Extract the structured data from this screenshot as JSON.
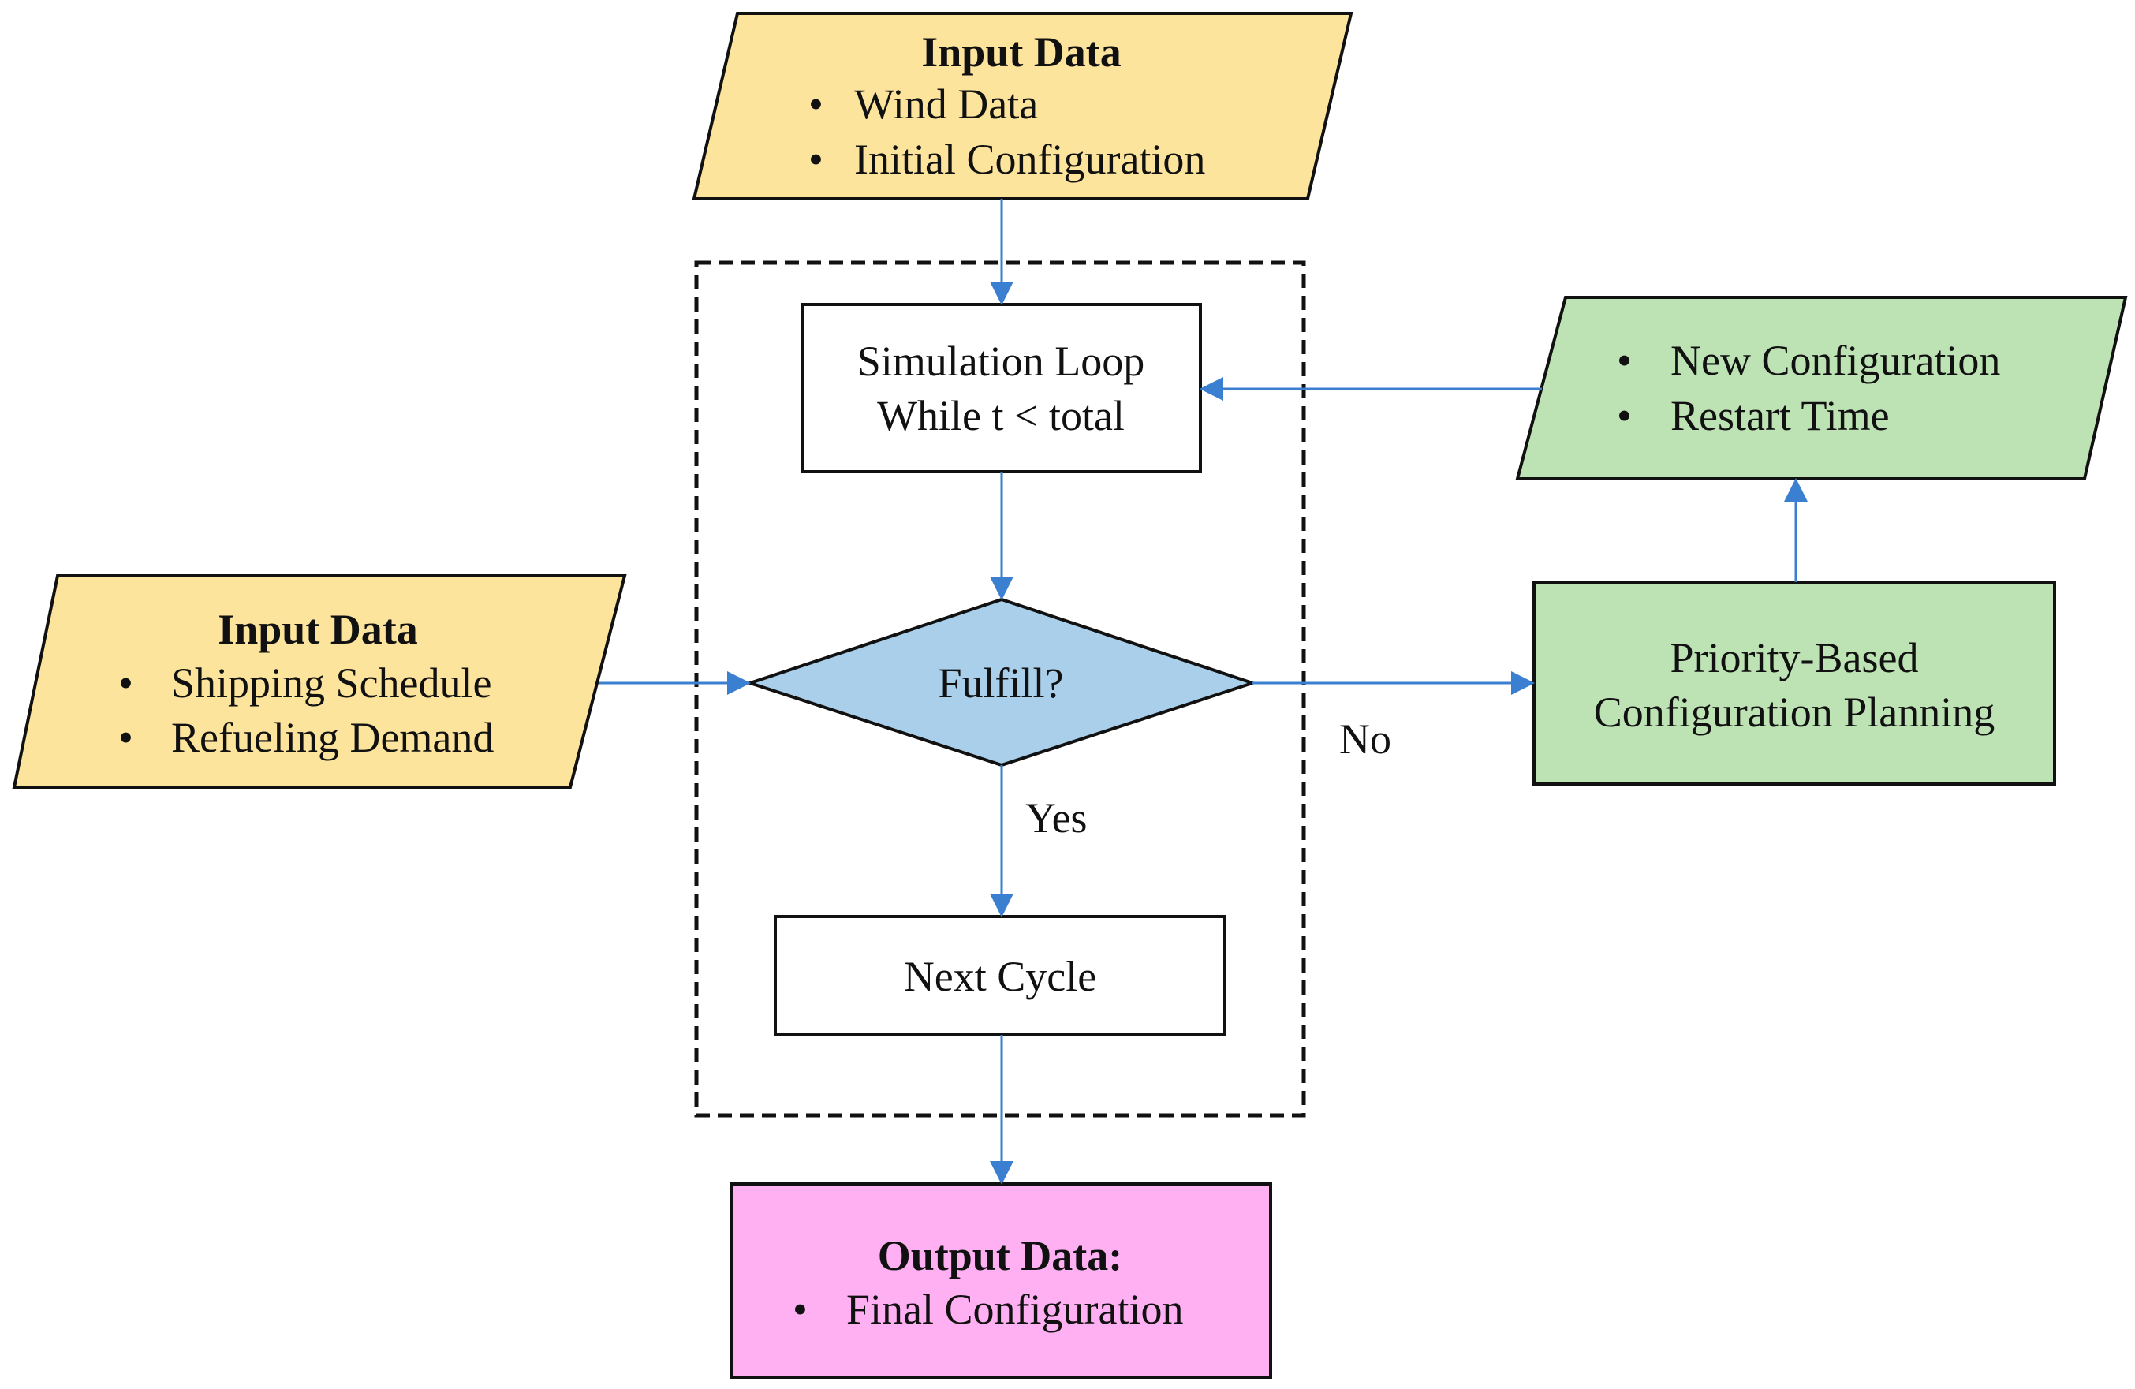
{
  "colors": {
    "input_fill": "#fde49c",
    "output_config_fill": "#bde2b4",
    "planning_fill": "#bde2b4",
    "decision_fill": "#a9cfea",
    "final_output_fill": "#ffb0f2",
    "process_fill": "#ffffff",
    "stroke": "#111111",
    "arrow": "#3a7fd0"
  },
  "input_top": {
    "title": "Input Data",
    "bullets": [
      "Wind Data",
      "Initial Configuration"
    ]
  },
  "input_left": {
    "title": "Input Data",
    "bullets": [
      "Shipping Schedule",
      "Refueling Demand"
    ]
  },
  "simulation_loop": {
    "line1": "Simulation Loop",
    "line2": "While t < total"
  },
  "decision": {
    "label": "Fulfill?"
  },
  "next_cycle": {
    "label": "Next Cycle"
  },
  "planning": {
    "line1": "Priority-Based",
    "line2": "Configuration Planning"
  },
  "new_config": {
    "bullets": [
      "New Configuration",
      "Restart Time"
    ]
  },
  "output": {
    "title": "Output Data:",
    "bullets": [
      "Final Configuration"
    ]
  },
  "edge_labels": {
    "yes": "Yes",
    "no": "No"
  },
  "bullet_char": "•"
}
